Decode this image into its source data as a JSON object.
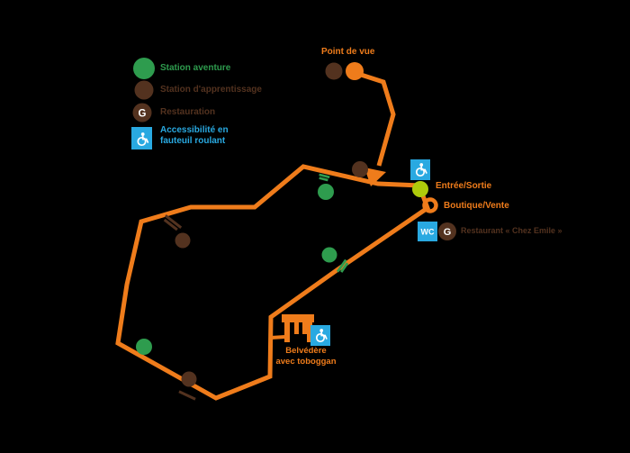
{
  "colors": {
    "background": "#000000",
    "trail_orange": "#EF7C1B",
    "station_adventure_green": "#2E9C4E",
    "station_learning_brown": "#53321F",
    "start_lime": "#AECB0B",
    "accessibility_blue": "#29A9E1",
    "icon_text_white": "#FFFFFF"
  },
  "legend": {
    "items": [
      {
        "icon": "adventure-station-circle",
        "label": "Station aventure"
      },
      {
        "icon": "learning-station-circle",
        "label": "Station d'apprentissage"
      },
      {
        "icon": "restaurant-circle",
        "letter": "G",
        "label": "Restauration"
      },
      {
        "icon": "wheelchair-square",
        "label": "Accessibilité en fauteuil roulant"
      }
    ]
  },
  "labels": {
    "viewpoint": "Point de vue",
    "entrance": "Entrée/Sortie",
    "shop": "Boutique/Vente",
    "restaurant": "Restaurant « Chez Emile »",
    "belvedere_1": "Belvédère",
    "belvedere_2": "avec toboggan",
    "wc": "WC",
    "g": "G"
  },
  "map_features": {
    "adventure_station_count": 3,
    "learning_station_count": 4,
    "viewpoint_spur": true,
    "loop_trail": true
  }
}
